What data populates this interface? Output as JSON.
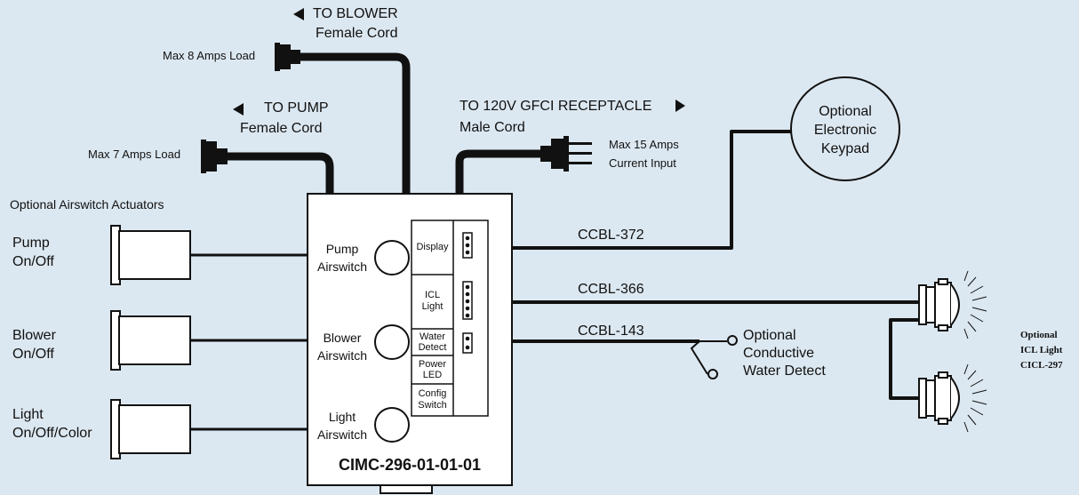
{
  "controller": {
    "model": "CIMC-296-01-01-01",
    "pump_airswitch": [
      "Pump",
      "Airswitch"
    ],
    "blower_airswitch": [
      "Blower",
      "Airswitch"
    ],
    "light_airswitch": [
      "Light",
      "Airswitch"
    ],
    "ports": {
      "display": "Display",
      "icl_light": [
        "ICL",
        "Light"
      ],
      "water_detect": [
        "Water",
        "Detect"
      ],
      "power_led": [
        "Power",
        "LED"
      ],
      "config_switch": [
        "Config",
        "Switch"
      ]
    }
  },
  "blower_cord": {
    "direction": "TO BLOWER",
    "type": "Female Cord",
    "load": "Max 8 Amps Load"
  },
  "pump_cord": {
    "direction": "TO PUMP",
    "type": "Female Cord",
    "load": "Max 7 Amps Load"
  },
  "supply_cord": {
    "direction": "TO 120V GFCI RECEPTACLE",
    "type": "Male Cord",
    "input": [
      "Max 15 Amps",
      "Current Input"
    ]
  },
  "actuators": {
    "heading": "Optional Airswitch Actuators",
    "pump": [
      "Pump",
      "On/Off"
    ],
    "blower": [
      "Blower",
      "On/Off"
    ],
    "light": [
      "Light",
      "On/Off/Color"
    ]
  },
  "cables": {
    "keypad": "CCBL-372",
    "light": "CCBL-366",
    "water": "CCBL-143"
  },
  "keypad": [
    "Optional",
    "Electronic",
    "Keypad"
  ],
  "water_detect": [
    "Optional",
    "Conductive",
    "Water Detect"
  ],
  "icl_light": [
    "Optional",
    "ICL Light",
    "CICL-297"
  ],
  "colors": {
    "background": "#dce8f1",
    "line": "#111111",
    "box": "#ffffff"
  }
}
